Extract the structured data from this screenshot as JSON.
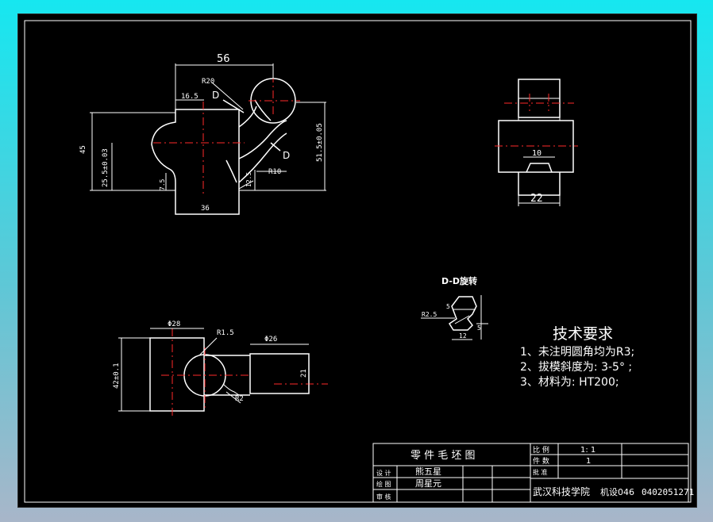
{
  "front_view": {
    "dim_56": "56",
    "dim_r20": "R20",
    "dim_16_5": "16.5",
    "dim_d_top": "D",
    "dim_d_bottom": "D",
    "dim_45": "45",
    "dim_25_5": "25.5±0.03",
    "dim_7_5": "7.5",
    "dim_36": "36",
    "dim_12_5": "12.5",
    "dim_r10": "R10",
    "dim_51_5": "51.5±0.05"
  },
  "side_view": {
    "dim_10": "10",
    "dim_22": "22"
  },
  "section_view": {
    "title": "D-D旋转",
    "dim_5": "5",
    "dim_r2_5": "R2.5",
    "dim_12": "12",
    "dim_5b": "5"
  },
  "top_view": {
    "dim_phi28": "Φ28",
    "dim_r1_5": "R1.5",
    "dim_phi26": "Φ26",
    "dim_42": "42±0.1",
    "dim_21": "21",
    "dim_r2": "R2"
  },
  "tech_req": {
    "title": "技术要求",
    "lines": [
      "1、未注明圆角均为R3;",
      "2、拔模斜度为: 3-5° ;",
      "3、材料为: HT200;"
    ]
  },
  "title_block": {
    "drawing_name": "零 件 毛 坯 图",
    "scale_label": "比 例",
    "scale_value": "1: 1",
    "count_label": "件 数",
    "count_value": "1",
    "design_label": "设 计",
    "designer": "熊五星",
    "draw_label": "绘 图",
    "drawer": "周星元",
    "check_label": "审 核",
    "approve_label": "批 准",
    "school": "武汉科技学院",
    "class": "机设046",
    "student_id": "0402051271"
  },
  "colors": {
    "line": "#ffffff",
    "centerline": "#ff2a2a",
    "paper": "#000000",
    "frame_top": "#16e7f0"
  }
}
